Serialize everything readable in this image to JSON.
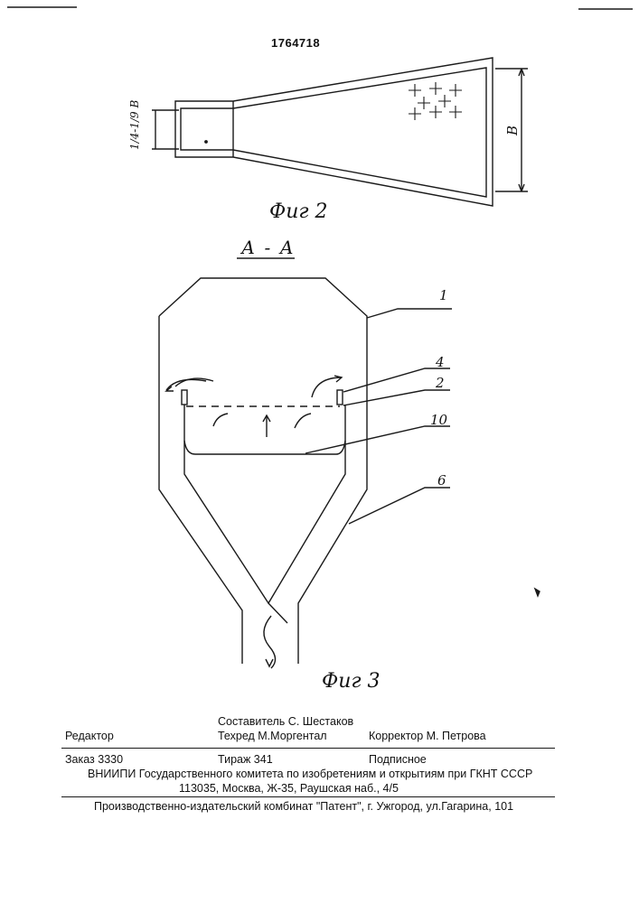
{
  "header": {
    "patent_number": "1764718"
  },
  "figure2": {
    "caption": "Фиг 2",
    "dimension_small": "1/4-1/9 В",
    "dimension_large": "В"
  },
  "figure3": {
    "section_label": "А - А",
    "caption": "Фиг 3",
    "callouts": [
      "1",
      "4",
      "2",
      "10",
      "6"
    ]
  },
  "imprint": {
    "editor": "Редактор",
    "compiler": "Составитель  С. Шестаков",
    "techred": "Техред М.Моргентал",
    "corrector": "Корректор  М.  Петрова",
    "order": "Заказ  3330",
    "circulation": "Тираж 341",
    "subscription": "Подписное",
    "vniipi": "ВНИИПИ Государственного комитета по изобретениям и открытиям при ГКНТ СССР",
    "address": "113035, Москва, Ж-35, Раушская наб., 4/5",
    "publisher": "Производственно-издательский комбинат \"Патент\", г. Ужгород, ул.Гагарина, 101"
  }
}
